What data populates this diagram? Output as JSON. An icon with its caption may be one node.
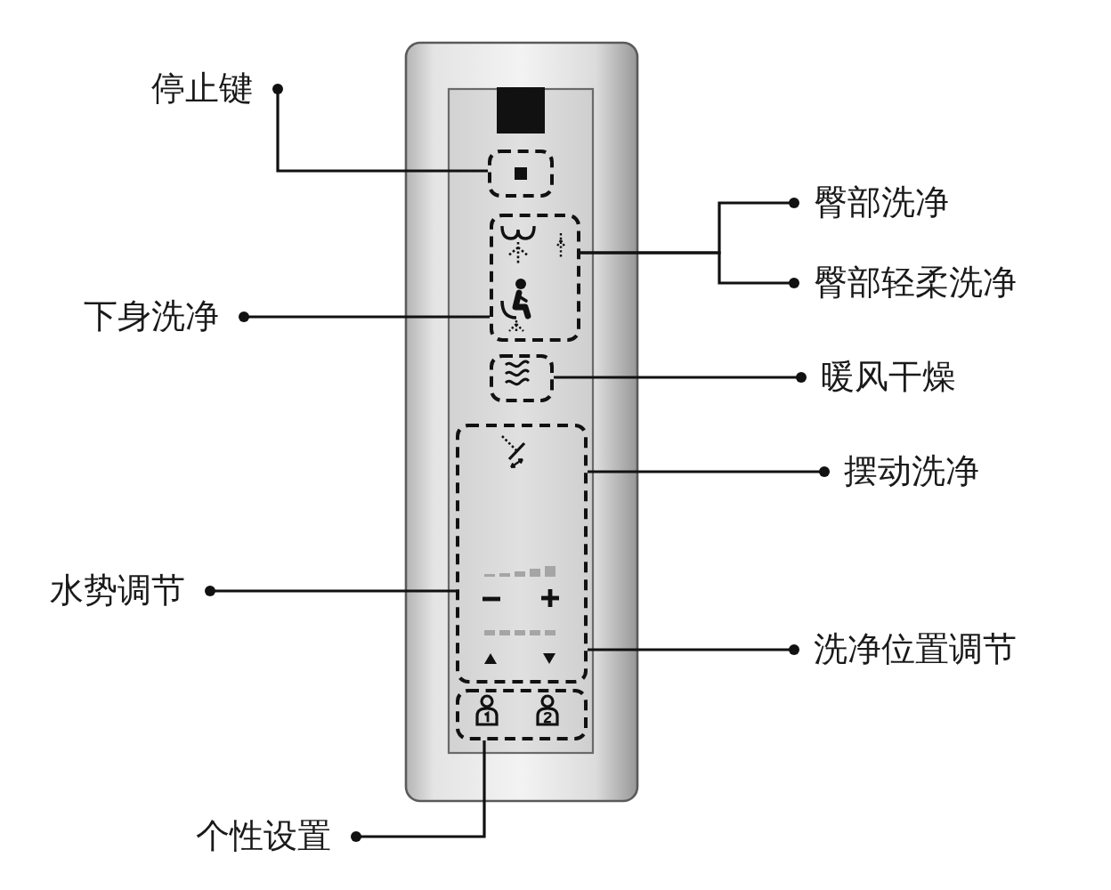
{
  "diagram": {
    "nodes": [
      {
        "text": [
          "停止键"
        ]
      },
      {
        "text": [],
        "shape": "box"
      },
      {
        "text": [
          "臀部洗净"
        ]
      },
      {
        "text": [
          "臀部轻柔洗净"
        ]
      },
      {
        "text": [],
        "shape": "box"
      },
      {
        "text": [
          "下身洗净"
        ]
      },
      {
        "text": [
          "暖风干燥"
        ]
      },
      {
        "text": [],
        "shape": "box"
      },
      {
        "text": [
          "摆动洗净"
        ]
      },
      {
        "text": [],
        "shape": "box"
      },
      {
        "text": [
          "水势调节"
        ]
      },
      {
        "text": [
          "洗净位置调节"
        ]
      },
      {
        "text": [],
        "shape": "box"
      },
      {
        "text": [
          "个性设置"
        ]
      }
    ],
    "edges": [
      {
        "from": 0,
        "to": 1,
        "arrow": "other"
      },
      {
        "from": 2,
        "to": 4,
        "arrow": "other"
      },
      {
        "from": 3,
        "to": 4,
        "arrow": "other"
      },
      {
        "from": 5,
        "to": 4,
        "arrow": "other"
      },
      {
        "from": 6,
        "to": 7,
        "arrow": "other"
      },
      {
        "from": 8,
        "to": 9,
        "arrow": "other"
      },
      {
        "from": 10,
        "to": 9,
        "arrow": "other"
      },
      {
        "from": 11,
        "to": 9,
        "arrow": "other"
      },
      {
        "from": 13,
        "to": 12,
        "arrow": "other"
      }
    ]
  }
}
